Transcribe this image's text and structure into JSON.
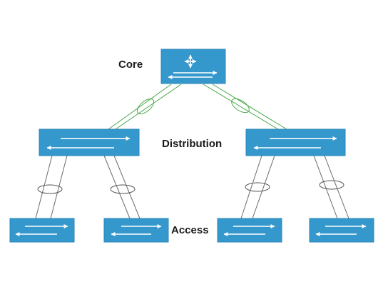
{
  "labels": {
    "core": "Core",
    "distribution": "Distribution",
    "access": "Access"
  },
  "nodes": [
    {
      "id": "core",
      "tier": "core",
      "icon": "router-cross-arrows-icon"
    },
    {
      "id": "dist-left",
      "tier": "distribution",
      "icon": "switch-arrows-icon"
    },
    {
      "id": "dist-right",
      "tier": "distribution",
      "icon": "switch-arrows-icon"
    },
    {
      "id": "access-1",
      "tier": "access",
      "icon": "switch-arrows-icon"
    },
    {
      "id": "access-2",
      "tier": "access",
      "icon": "switch-arrows-icon"
    },
    {
      "id": "access-3",
      "tier": "access",
      "icon": "switch-arrows-icon"
    },
    {
      "id": "access-4",
      "tier": "access",
      "icon": "switch-arrows-icon"
    }
  ],
  "links": [
    {
      "from": "core",
      "to": "dist-left",
      "type": "bundled-pair",
      "color": "green"
    },
    {
      "from": "core",
      "to": "dist-right",
      "type": "bundled-pair",
      "color": "green"
    },
    {
      "from": "dist-left",
      "to": "access-1",
      "type": "bundled-pair",
      "color": "gray"
    },
    {
      "from": "dist-left",
      "to": "access-2",
      "type": "bundled-pair",
      "color": "gray"
    },
    {
      "from": "dist-right",
      "to": "access-3",
      "type": "bundled-pair",
      "color": "gray"
    },
    {
      "from": "dist-right",
      "to": "access-4",
      "type": "bundled-pair",
      "color": "gray"
    }
  ],
  "colors": {
    "device_fill": "#3598cd",
    "device_stroke": "#2a86b8",
    "uplink": "#4aa84a",
    "downlink": "#6a6a6a",
    "bundle_ring": "#555555",
    "label_text": "#1a1a1a",
    "arrow": "#ffffff"
  }
}
